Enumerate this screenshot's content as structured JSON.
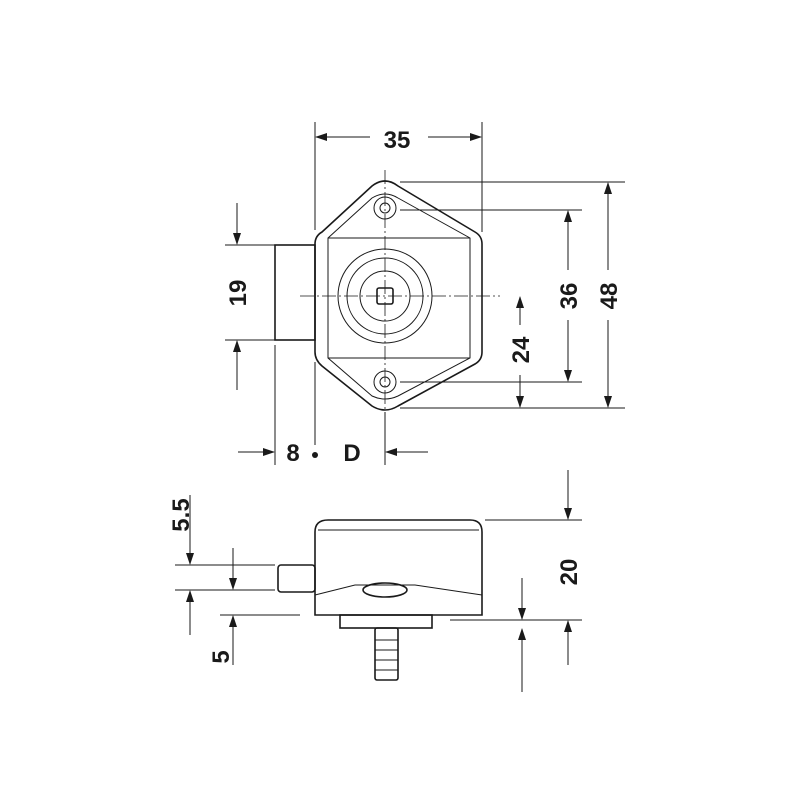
{
  "dimensions": {
    "width": "35",
    "tab_height": "19",
    "hole_spacing": "36",
    "overall_height": "48",
    "half_height": "24",
    "tab_depth": "8",
    "door_thickness": "D",
    "pin_offset": "5.5",
    "body_height": "20",
    "pin_size": "5"
  }
}
